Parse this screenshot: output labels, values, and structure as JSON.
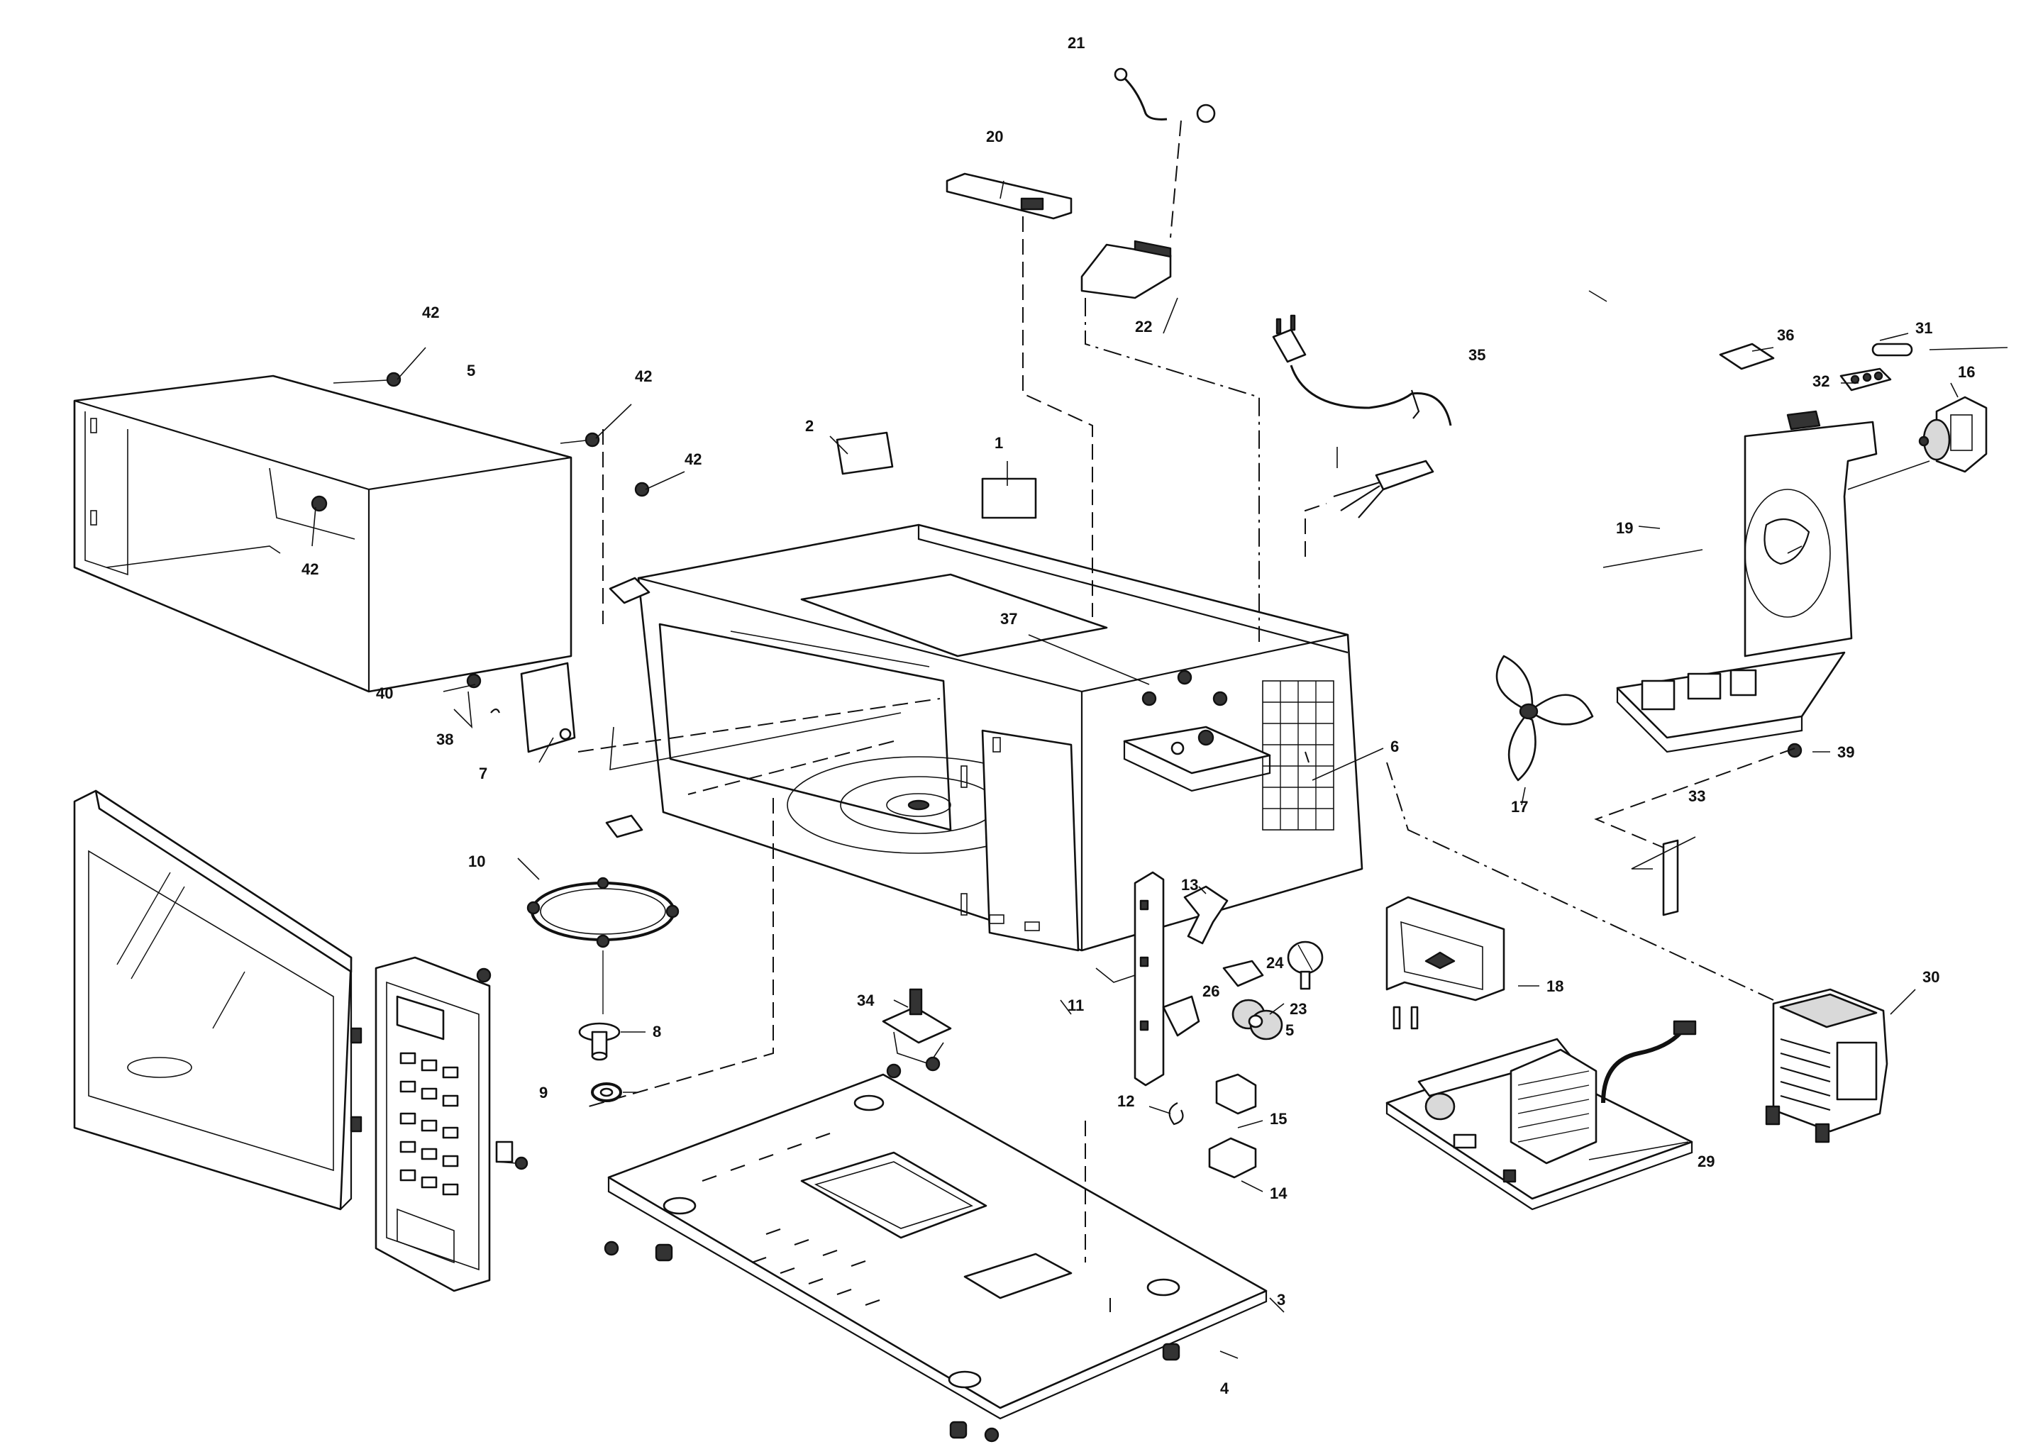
{
  "diagram": {
    "callouts": [
      {
        "id": "c1",
        "text": "1"
      },
      {
        "id": "c2",
        "text": "2"
      },
      {
        "id": "c3",
        "text": "3"
      },
      {
        "id": "c4",
        "text": "4"
      },
      {
        "id": "c5a",
        "text": "5"
      },
      {
        "id": "c5b",
        "text": "5"
      },
      {
        "id": "c6",
        "text": "6"
      },
      {
        "id": "c7",
        "text": "7"
      },
      {
        "id": "c8",
        "text": "8"
      },
      {
        "id": "c9",
        "text": "9"
      },
      {
        "id": "c10",
        "text": "10"
      },
      {
        "id": "c11",
        "text": "11"
      },
      {
        "id": "c12",
        "text": "12"
      },
      {
        "id": "c13",
        "text": "13"
      },
      {
        "id": "c14",
        "text": "14"
      },
      {
        "id": "c15",
        "text": "15"
      },
      {
        "id": "c16",
        "text": "16"
      },
      {
        "id": "c17",
        "text": "17"
      },
      {
        "id": "c18",
        "text": "18"
      },
      {
        "id": "c19",
        "text": "19"
      },
      {
        "id": "c20",
        "text": "20"
      },
      {
        "id": "c21",
        "text": "21"
      },
      {
        "id": "c22",
        "text": "22"
      },
      {
        "id": "c23",
        "text": "23"
      },
      {
        "id": "c24",
        "text": "24"
      },
      {
        "id": "c26",
        "text": "26"
      },
      {
        "id": "c29",
        "text": "29"
      },
      {
        "id": "c30",
        "text": "30"
      },
      {
        "id": "c31",
        "text": "31"
      },
      {
        "id": "c32",
        "text": "32"
      },
      {
        "id": "c33",
        "text": "33"
      },
      {
        "id": "c34",
        "text": "34"
      },
      {
        "id": "c35",
        "text": "35"
      },
      {
        "id": "c36",
        "text": "36"
      },
      {
        "id": "c37",
        "text": "37"
      },
      {
        "id": "c38",
        "text": "38"
      },
      {
        "id": "c39",
        "text": "39"
      },
      {
        "id": "c40",
        "text": "40"
      },
      {
        "id": "c42a",
        "text": "42"
      },
      {
        "id": "c42b",
        "text": "42"
      },
      {
        "id": "c42c",
        "text": "42"
      },
      {
        "id": "c42d",
        "text": "42"
      }
    ]
  }
}
